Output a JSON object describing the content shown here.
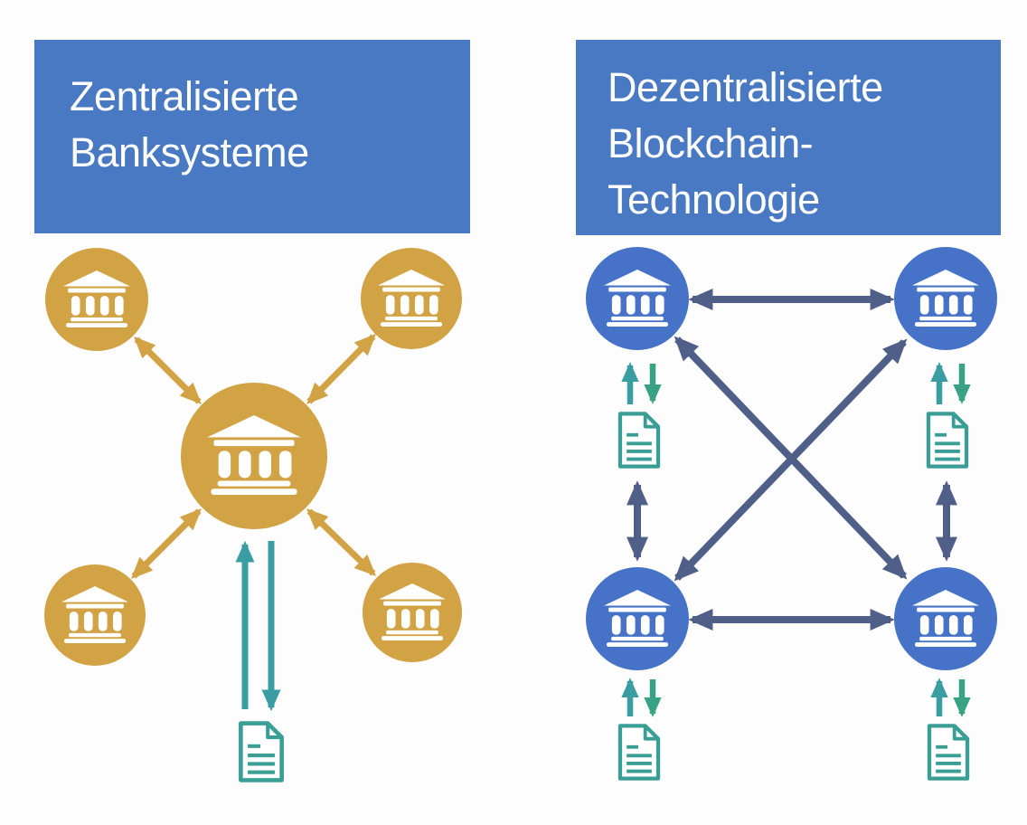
{
  "left_panel": {
    "title_lines": [
      "Zentralisierte",
      "Banksysteme"
    ],
    "node_count": 5,
    "structure": "hub-and-spoke: one central bank connected to four smaller banks, central bank linked to a single ledger document"
  },
  "right_panel": {
    "title_lines": [
      "Dezentralisierte",
      "Blockchain-",
      "Technologie"
    ],
    "node_count": 4,
    "structure": "full mesh: four peer banks interconnected (horizontals and crossing diagonals), each bank linked to its own ledger document copy"
  },
  "icons": {
    "bank_node": "classical-bank-building-icon",
    "ledger_document": "document-with-text-lines-icon",
    "bidirectional_arrow": "double-headed-arrow",
    "up_arrow": "up-arrow",
    "down_arrow": "down-arrow"
  },
  "colors": {
    "title_box_blue": "#4a79c4",
    "node_blue": "#4673c7",
    "gold": "#d1a345",
    "slate_arrow": "#4f5f87",
    "teal": "#3a9da1",
    "teal_green": "#3aa284",
    "doc_teal": "#3b9e95",
    "title_text": "#ffffff",
    "glyph_white": "#ffffff",
    "background": "#fdfdfe"
  }
}
